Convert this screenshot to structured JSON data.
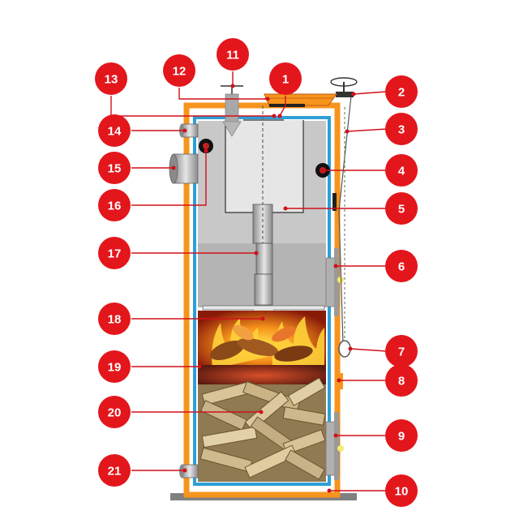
{
  "colors": {
    "casing": "#f7941d",
    "water_jacket": "#2e9fd8",
    "chamber": "#c8c8c8",
    "chamber_shade": "#a8a8a8",
    "marker": "#e3161c",
    "leader": "#d0111a",
    "base": "#808080",
    "flame": "#f26b1d",
    "wood": "#c9b38a"
  },
  "markers": [
    {
      "id": "1",
      "label": "1"
    },
    {
      "id": "2",
      "label": "2"
    },
    {
      "id": "3",
      "label": "3"
    },
    {
      "id": "4",
      "label": "4"
    },
    {
      "id": "5",
      "label": "5"
    },
    {
      "id": "6",
      "label": "6"
    },
    {
      "id": "7",
      "label": "7"
    },
    {
      "id": "8",
      "label": "8"
    },
    {
      "id": "9",
      "label": "9"
    },
    {
      "id": "10",
      "label": "10"
    },
    {
      "id": "11",
      "label": "11"
    },
    {
      "id": "12",
      "label": "12"
    },
    {
      "id": "13",
      "label": "13"
    },
    {
      "id": "14",
      "label": "14"
    },
    {
      "id": "15",
      "label": "15"
    },
    {
      "id": "16",
      "label": "16"
    },
    {
      "id": "17",
      "label": "17"
    },
    {
      "id": "18",
      "label": "18"
    },
    {
      "id": "19",
      "label": "19"
    },
    {
      "id": "20",
      "label": "20"
    },
    {
      "id": "21",
      "label": "21"
    }
  ]
}
